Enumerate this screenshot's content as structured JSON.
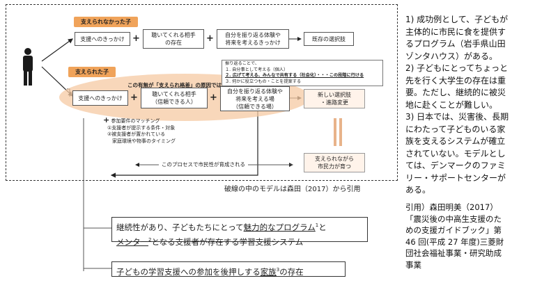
{
  "top": {
    "tag": "支えられなかった子",
    "boxes": [
      "支援へのきっかけ",
      "聴いてくれる相手\nの存在",
      "自分を振り返る体験や\n将来を考えるきっかけ",
      "既存の選択肢"
    ]
  },
  "mid": {
    "tag": "支えられた子",
    "question": "この有無が「支えられ格差」の原因では？",
    "note_lines": [
      "振り返ることで、",
      "１. 自分事として考える（個人）",
      "２. 広げて考える、みんなで共有する（社会化）・・・この段階に行ける",
      "３. 何かに役立つもの・ことを提案する"
    ],
    "boxes": [
      "支援へのきっかけ",
      "聴いてくれる相手\n（信頼できる人）",
      "自分を振り返る体験や\n将来を考える場\n（信頼できる場）",
      "新しい選択肢\n・進路変更"
    ],
    "matching_lines": [
      "参加要件のマッチング",
      "①支援者が提示する条件・対象",
      "②被支援者が置かれている",
      "　家庭環境や物事のタイミング"
    ],
    "process": "このプロセスで市民性が育成される",
    "outcome": "支えられながら\n市民力が育つ"
  },
  "caption": "破線の中のモデルは森田（2017）から引用",
  "bottom": {
    "box1_line1_a": "継続性があり、子どもたちにとって",
    "box1_line1_u": "魅力的なプログラム",
    "box1_line1_sup": "1",
    "box1_line1_b": "と",
    "box1_line2_u": "メンター",
    "box1_line2_sup": "2",
    "box1_line2_b": "となる支援者が存在する学習支援システム",
    "box2_a": "子どもの学習支援への参加を後押しする",
    "box2_u": "家族",
    "box2_sup": "3",
    "box2_b": "の存在"
  },
  "notes": [
    "1) 成功例として、子どもが",
    "主体的に市民に食を提供す",
    "るプログラム（岩手県山田",
    "ゾンタハウス）がある。",
    "2) 子どもにとってちょっと",
    "先を行く大学生の存在は重",
    "要。ただし、継続的に被災",
    "地に赴くことが難しい。",
    "3) 日本では、災害後、長期",
    "にわたって子どものいる家",
    "族を支えるシステムが確立",
    "されていない。モデルとし",
    "ては、デンマークのファミ",
    "リー・サポートセンターが",
    "ある。"
  ],
  "citation": [
    "引用）森田明美（2017）",
    "「震災後の中高生支援のた",
    "めの支援ガイドブック」第",
    "46 回(平成 27 年度)三菱財",
    "団社会福祉事業・研究助成",
    "事業"
  ]
}
